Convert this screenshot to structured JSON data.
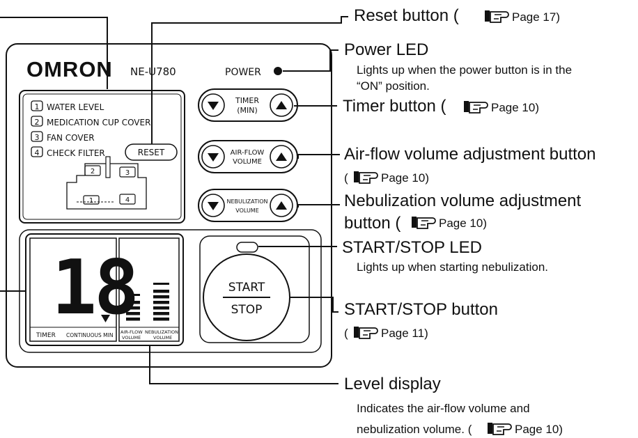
{
  "device": {
    "brand": "OMRON",
    "model": "NE-U780",
    "power_label": "POWER"
  },
  "alerts": {
    "items": [
      {
        "num": "1",
        "label": "WATER LEVEL"
      },
      {
        "num": "2",
        "label": "MEDICATION CUP COVER"
      },
      {
        "num": "3",
        "label": "FAN COVER"
      },
      {
        "num": "4",
        "label": "CHECK FILTER"
      }
    ],
    "reset_label": "RESET",
    "diagram_marks": [
      "2",
      "3",
      "1",
      "4"
    ]
  },
  "controls": {
    "timer_line1": "TIMER",
    "timer_line2": "(MIN)",
    "airflow_line1": "AIR-FLOW",
    "airflow_line2": "VOLUME",
    "nebulization_line1": "NEBULIZATION",
    "nebulization_line2": "VOLUME"
  },
  "display": {
    "timer_value": "18",
    "timer_label": "TIMER",
    "continuous_label": "CONTINUOUS MIN",
    "airflow_line1": "AIR-FLOW",
    "airflow_line2": "VOLUME",
    "nebulization_line1": "NEBULIZATION",
    "nebulization_line2": "VOLUME",
    "airflow_level": 4,
    "nebulization_level": 6
  },
  "start_stop": {
    "start": "START",
    "stop": "STOP"
  },
  "callouts": {
    "reset_button": {
      "title": "Reset button (",
      "page": "Page 17)"
    },
    "power_led": {
      "title": "Power LED",
      "desc1": "Lights up when the power button is in the",
      "desc2": "“ON” position."
    },
    "timer_button": {
      "title": "Timer button (",
      "page": "Page 10)"
    },
    "airflow_button": {
      "title": "Air-flow volume adjustment button",
      "line2": "(",
      "page": "Page 10)"
    },
    "nebulization_button": {
      "title": "Nebulization volume adjustment",
      "line2": "button (",
      "page": "Page 10)"
    },
    "start_stop_led": {
      "title": "START/STOP LED",
      "desc": "Lights up when starting nebulization."
    },
    "start_stop_button": {
      "title": "START/STOP button",
      "line2": "(",
      "page": "Page 11)"
    },
    "level_display": {
      "title": "Level display",
      "desc1": "Indicates the air-flow volume and",
      "desc2": "nebulization volume. (",
      "page": "Page 10)"
    }
  }
}
